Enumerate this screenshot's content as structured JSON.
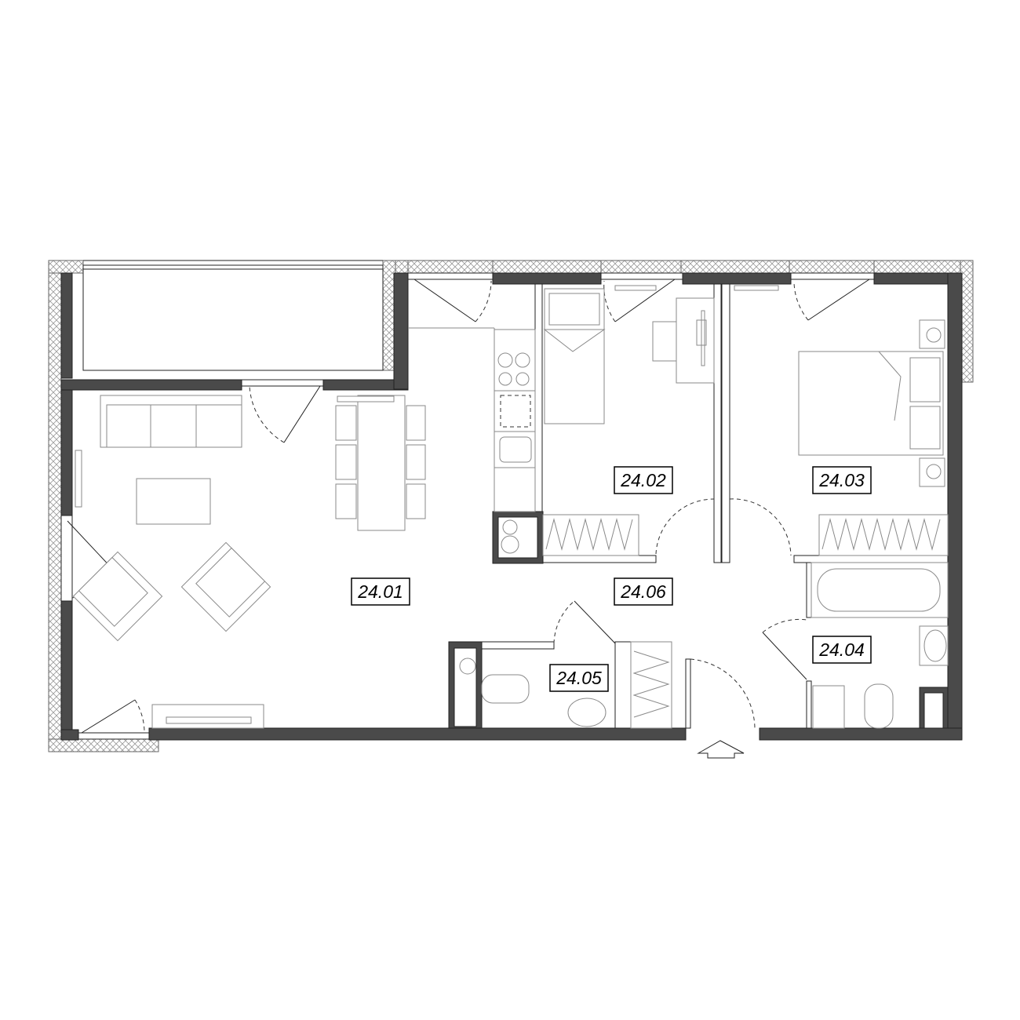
{
  "rooms": [
    {
      "id": "24.01",
      "label": "24.01"
    },
    {
      "id": "24.02",
      "label": "24.02"
    },
    {
      "id": "24.03",
      "label": "24.03"
    },
    {
      "id": "24.04",
      "label": "24.04"
    },
    {
      "id": "24.05",
      "label": "24.05"
    },
    {
      "id": "24.06",
      "label": "24.06"
    }
  ],
  "colors": {
    "wall": "#4a4a4a",
    "line": "#222222",
    "furniture": "#8a8a8a"
  },
  "icons": [
    "entrance-arrow-icon",
    "radiator-icon",
    "sink-icon",
    "toilet-icon",
    "bathtub-icon",
    "stove-icon",
    "bed-icon",
    "sofa-icon",
    "armchair-icon"
  ]
}
